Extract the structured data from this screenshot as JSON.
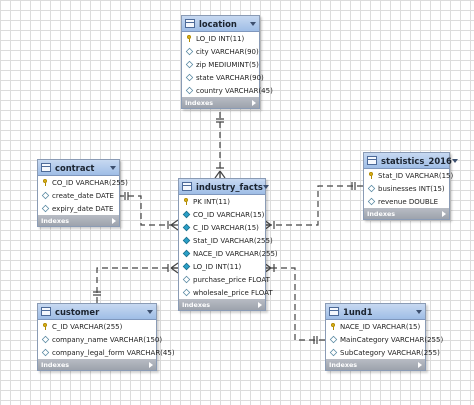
{
  "diagram": {
    "indexes_label": "Indexes",
    "tables": [
      {
        "id": "location",
        "name": "location",
        "columns": [
          {
            "text": "LO_ID INT(11)",
            "icon": "key"
          },
          {
            "text": "city VARCHAR(90)",
            "icon": "column"
          },
          {
            "text": "zip MEDIUMINT(5)",
            "icon": "column"
          },
          {
            "text": "state VARCHAR(90)",
            "icon": "column"
          },
          {
            "text": "country VARCHAR(45)",
            "icon": "column"
          }
        ]
      },
      {
        "id": "contract",
        "name": "contract",
        "columns": [
          {
            "text": "CO_ID VARCHAR(255)",
            "icon": "key"
          },
          {
            "text": "create_date DATE",
            "icon": "column"
          },
          {
            "text": "expiry_date DATE",
            "icon": "column"
          }
        ]
      },
      {
        "id": "industry_facts",
        "name": "industry_facts",
        "columns": [
          {
            "text": "PK INT(11)",
            "icon": "key"
          },
          {
            "text": "CO_ID VARCHAR(15)",
            "icon": "not-null"
          },
          {
            "text": "C_ID VARCHAR(15)",
            "icon": "not-null"
          },
          {
            "text": "Stat_ID VARCHAR(255)",
            "icon": "not-null"
          },
          {
            "text": "NACE_ID VARCHAR(255)",
            "icon": "not-null"
          },
          {
            "text": "LO_ID INT(11)",
            "icon": "not-null"
          },
          {
            "text": "purchase_price FLOAT",
            "icon": "column"
          },
          {
            "text": "wholesale_price FLOAT",
            "icon": "column"
          }
        ]
      },
      {
        "id": "statistics_2016",
        "name": "statistics_2016",
        "columns": [
          {
            "text": "Stat_ID VARCHAR(15)",
            "icon": "key"
          },
          {
            "text": "businesses INT(15)",
            "icon": "column"
          },
          {
            "text": "revenue DOUBLE",
            "icon": "column"
          }
        ]
      },
      {
        "id": "customer",
        "name": "customer",
        "columns": [
          {
            "text": "C_ID VARCHAR(255)",
            "icon": "key"
          },
          {
            "text": "company_name VARCHAR(150)",
            "icon": "column"
          },
          {
            "text": "company_legal_form VARCHAR(45)",
            "icon": "column"
          }
        ]
      },
      {
        "id": "lund1",
        "name": "1und1",
        "columns": [
          {
            "text": "NACE_ID VARCHAR(15)",
            "icon": "key"
          },
          {
            "text": "MainCategory VARCHAR(255)",
            "icon": "column"
          },
          {
            "text": "SubCategory VARCHAR(255)",
            "icon": "column"
          }
        ]
      }
    ],
    "relationships": [
      {
        "from": "location",
        "to": "industry_facts",
        "from_end": "one",
        "to_end": "many"
      },
      {
        "from": "contract",
        "to": "industry_facts",
        "from_end": "one",
        "to_end": "many"
      },
      {
        "from": "statistics_2016",
        "to": "industry_facts",
        "from_end": "one",
        "to_end": "many"
      },
      {
        "from": "customer",
        "to": "industry_facts",
        "from_end": "one",
        "to_end": "many"
      },
      {
        "from": "lund1",
        "to": "industry_facts",
        "from_end": "one",
        "to_end": "many"
      }
    ],
    "colors": {
      "header": "#a9c5ea",
      "footer": "#a4a9b2",
      "line": "#444444",
      "key": "#e3b718",
      "not_null": "#2aa0c8"
    }
  }
}
